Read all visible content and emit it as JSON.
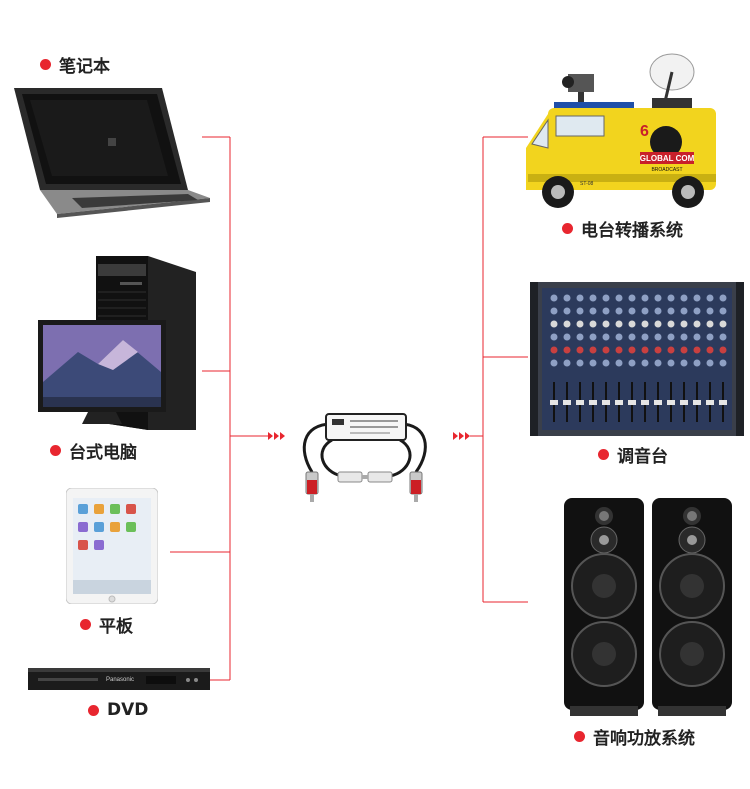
{
  "sources": [
    {
      "id": "laptop",
      "label": "笔记本",
      "icon": "laptop-icon"
    },
    {
      "id": "desktop",
      "label": "台式电脑",
      "icon": "desktop-computer-icon"
    },
    {
      "id": "tablet",
      "label": "平板",
      "icon": "tablet-icon"
    },
    {
      "id": "dvd",
      "label": "DVD",
      "icon": "dvd-player-icon"
    }
  ],
  "destinations": [
    {
      "id": "broadcast",
      "label": "电台转播系统",
      "icon": "broadcast-van-icon"
    },
    {
      "id": "mixer",
      "label": "调音台",
      "icon": "mixing-console-icon"
    },
    {
      "id": "speakers",
      "label": "音响功放系统",
      "icon": "speakers-icon"
    }
  ],
  "center": {
    "icon": "audio-isolator-icon"
  },
  "van_text": {
    "brand": "GLOBAL COM",
    "sub": "BROADCAST",
    "number": "6",
    "code": "ST-08"
  },
  "dvd_brand": "Panasonic",
  "colors": {
    "line": "#e8262f",
    "dot": "#e8262f"
  }
}
